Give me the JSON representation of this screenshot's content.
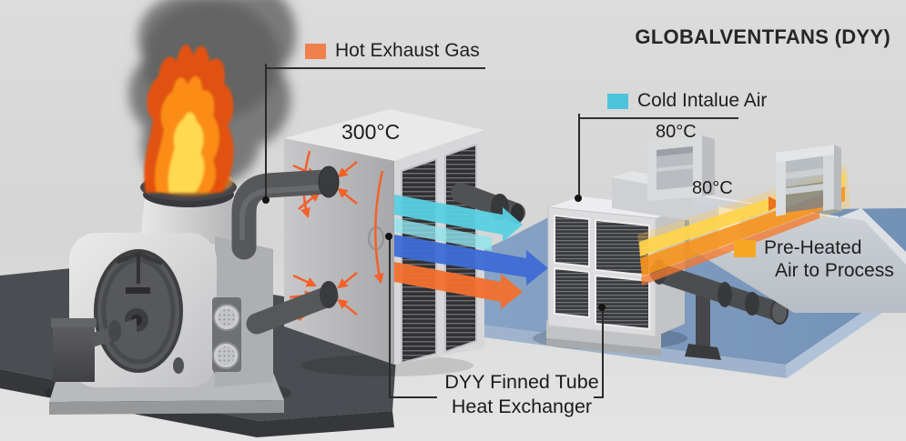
{
  "title": "GLOBALVENTFANS (DYY)",
  "legend": {
    "hot_exhaust": {
      "label": "Hot Exhaust Gas",
      "color": "#F0814D"
    },
    "cold_intake": {
      "label": "Cold Intalue Air",
      "color": "#4EC4DC"
    },
    "pre_heated": {
      "line1": "Pre-Heated",
      "line2": "Air to Process",
      "color": "#F6A825"
    }
  },
  "temperatures": {
    "exhaust_gas_inlet": "300°C",
    "stack_outlet": "80°C",
    "process_outlet": "80°C"
  },
  "component": {
    "line1": "DYY Finned Tube",
    "line2": "Heat Exchanger"
  },
  "flow_colors": {
    "hot_gas_beam": "#F2702E",
    "cold_air_beam_light": "#58D0E2",
    "cold_air_beam_dark": "#3E6BD6",
    "pre_heated_beam_yellow": "#FFD44D",
    "pre_heated_beam_orange": "#F6921E"
  },
  "scene_colors": {
    "platform_blue": "#7F9CC0",
    "platform_dark": "#46484C",
    "background": "#D9D9D9"
  }
}
